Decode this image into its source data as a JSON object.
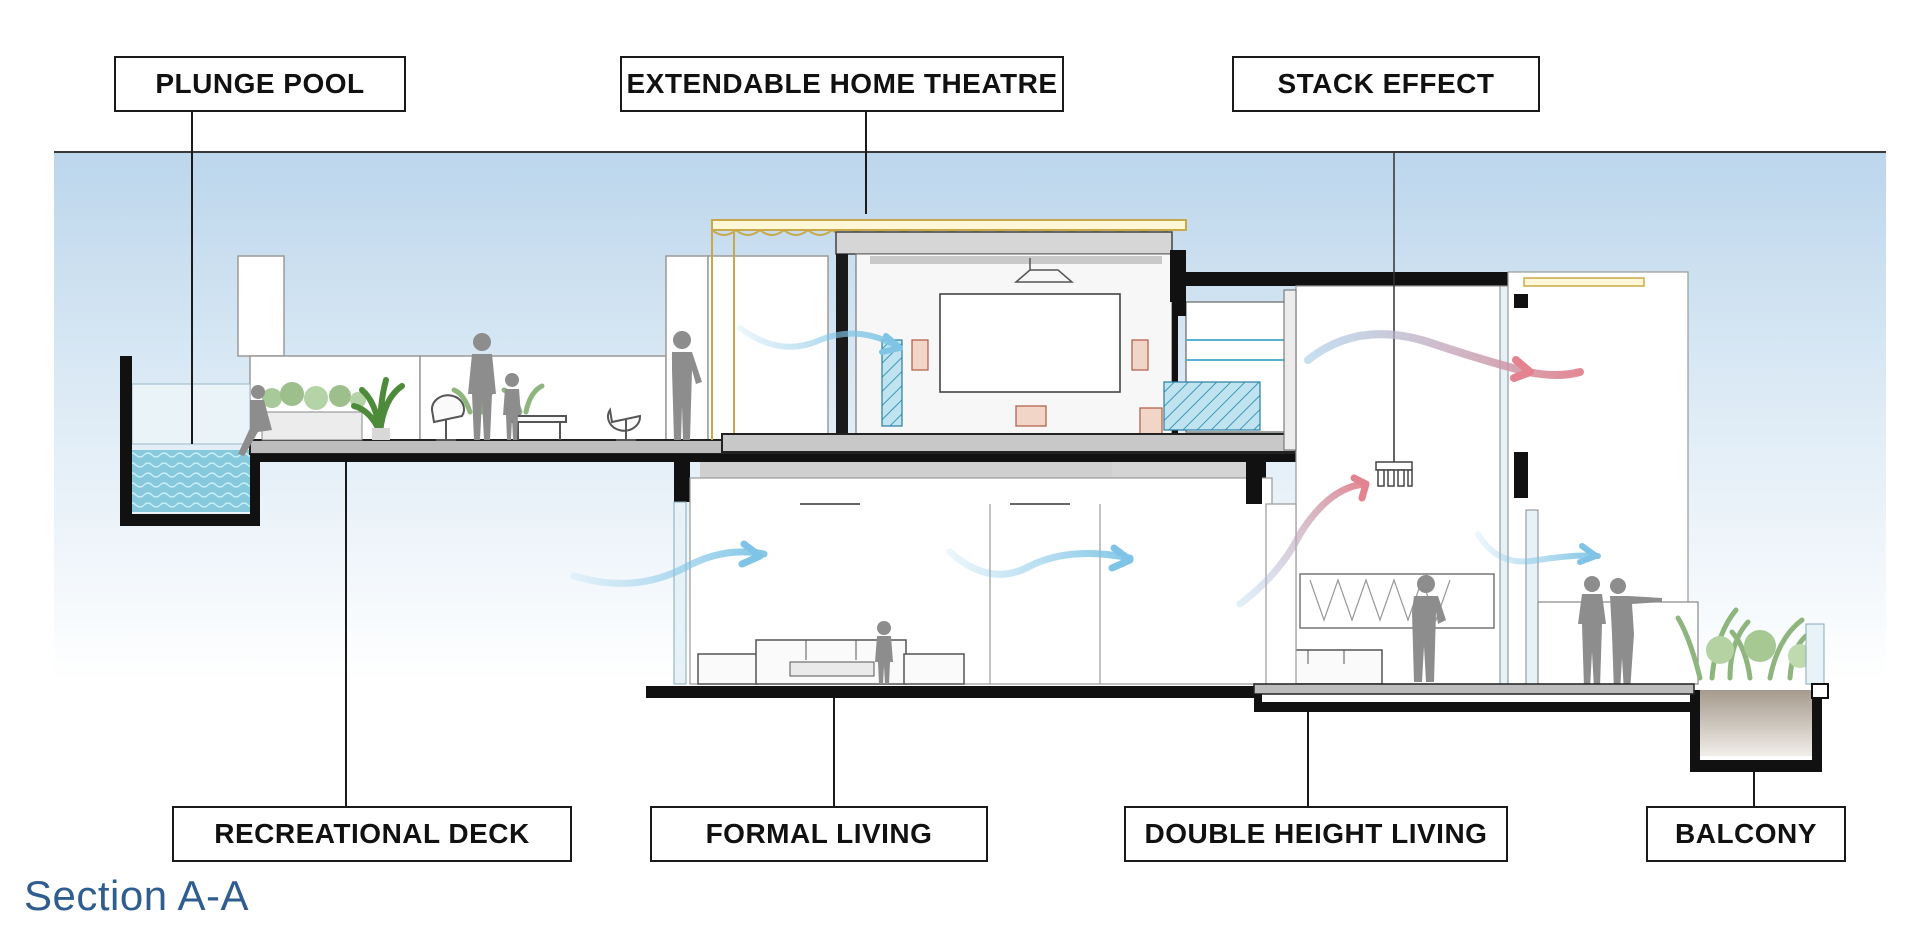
{
  "labels": {
    "plunge_pool": "PLUNGE POOL",
    "home_theatre": "EXTENDABLE HOME THEATRE",
    "stack_effect": "STACK EFFECT",
    "recreational_deck": "RECREATIONAL DECK",
    "formal_living": "FORMAL LIVING",
    "double_height_living": "DOUBLE HEIGHT LIVING",
    "balcony": "BALCONY"
  },
  "caption": "Section A-A",
  "colors": {
    "sky": "#c9def0",
    "water": "#7ec3d8",
    "airflow_cool": "#7fc4e6",
    "airflow_warm": "#e2838f",
    "structure": "#111111",
    "slab_grey": "#b9b9b9",
    "title": "#2f5d8f"
  }
}
